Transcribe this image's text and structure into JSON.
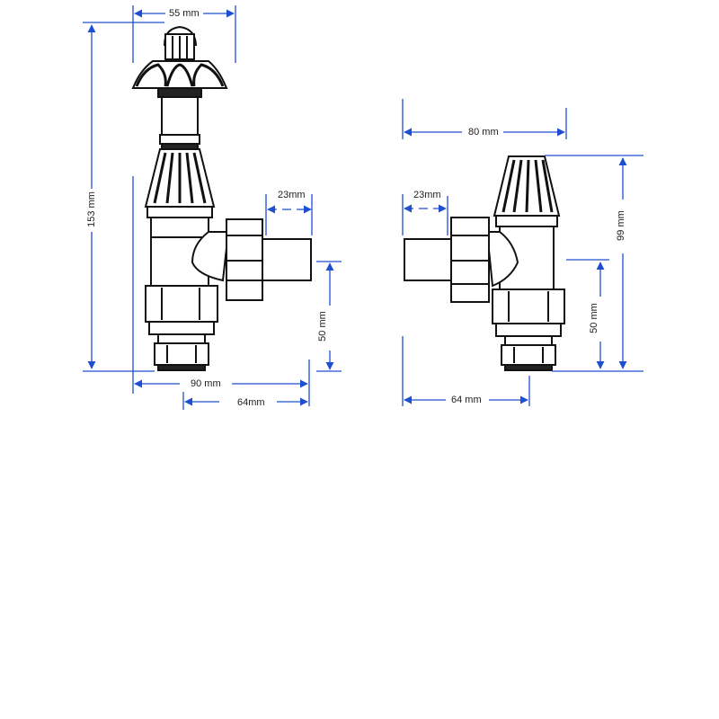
{
  "diagram": {
    "type": "technical-dimension-drawing",
    "subject": "angled radiator valves",
    "dimension_color": "#1f4fd1",
    "views": [
      {
        "name": "left-valve-with-thermostatic-style-head",
        "dimensions": {
          "top_width": "55 mm",
          "total_height": "153 mm",
          "tail_length": "23mm",
          "tail_height": "50 mm",
          "overall_width": "90 mm",
          "centre_to_tail": "64mm"
        }
      },
      {
        "name": "right-valve-with-manual-head",
        "dimensions": {
          "overall_width": "80 mm",
          "tail_length": "23mm",
          "total_height": "99 mm",
          "tail_height": "50 mm",
          "centre_to_tail": "64 mm"
        }
      }
    ]
  }
}
